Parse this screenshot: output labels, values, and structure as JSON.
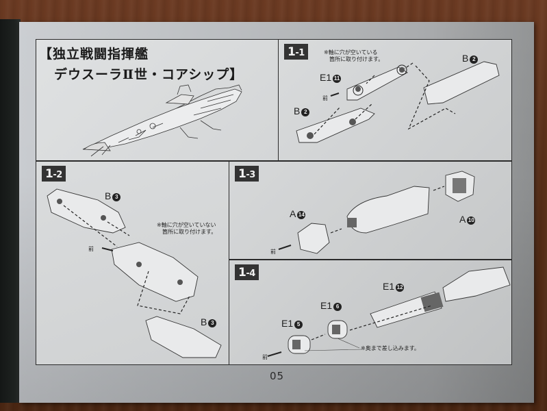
{
  "document": {
    "type": "assembly-instruction-manual",
    "page_number": "05"
  },
  "title_panel": {
    "title_line1": "【独立戦闘指揮艦",
    "title_line2": "デウスーラⅡ世・コアシップ】",
    "illustration": "ship-lineart"
  },
  "steps": [
    {
      "id": "1-1",
      "badge_main": "1",
      "badge_sub": "-1",
      "note": [
        "※軸に穴が空いている",
        "箇所に取り付けます。"
      ],
      "front_label": "前",
      "parts": [
        {
          "runner": "E1",
          "number": "11"
        },
        {
          "runner": "B",
          "number": "2"
        },
        {
          "runner": "B",
          "number": "2"
        }
      ]
    },
    {
      "id": "1-2",
      "badge_main": "1",
      "badge_sub": "-2",
      "note": [
        "※軸に穴が空いていない",
        "箇所に取り付けます。"
      ],
      "front_label": "前",
      "parts": [
        {
          "runner": "B",
          "number": "3"
        },
        {
          "runner": "B",
          "number": "3"
        }
      ]
    },
    {
      "id": "1-3",
      "badge_main": "1",
      "badge_sub": "-3",
      "front_label": "前",
      "parts": [
        {
          "runner": "A",
          "number": "14"
        },
        {
          "runner": "A",
          "number": "10"
        }
      ]
    },
    {
      "id": "1-4",
      "badge_main": "1",
      "badge_sub": "-4",
      "note": [
        "※奥まで差し込みます。"
      ],
      "front_label": "前",
      "parts": [
        {
          "runner": "E1",
          "number": "12"
        },
        {
          "runner": "E1",
          "number": "6"
        },
        {
          "runner": "E1",
          "number": "5"
        }
      ]
    }
  ],
  "colors": {
    "panel_border": "#2a2a2a",
    "badge_bg": "#333333",
    "paper": "#d6d8d9",
    "table_wood": "#5a3019"
  }
}
